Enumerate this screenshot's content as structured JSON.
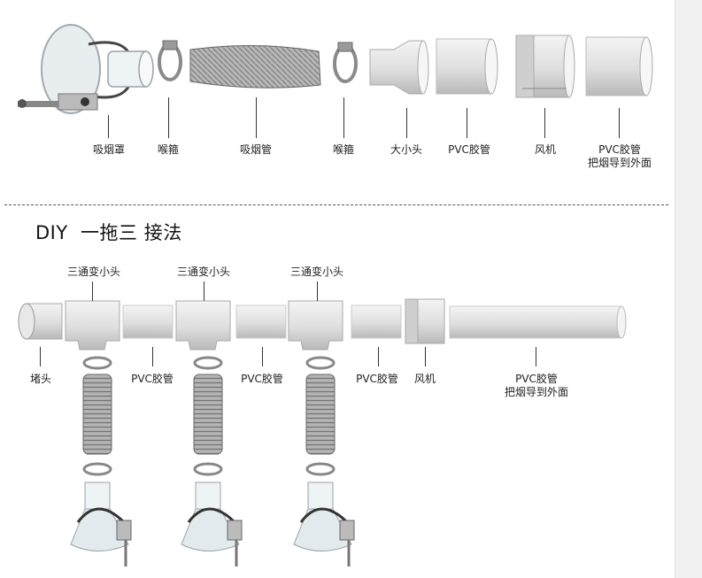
{
  "top_labels": [
    {
      "id": "hood",
      "text": "吸烟罩"
    },
    {
      "id": "clamp1",
      "text": "喉箍"
    },
    {
      "id": "duct",
      "text": "吸烟管"
    },
    {
      "id": "clamp2",
      "text": "喉箍"
    },
    {
      "id": "reducer",
      "text": "大小头"
    },
    {
      "id": "pvc1",
      "text": "PVC胶管"
    },
    {
      "id": "fan",
      "text": "风机"
    },
    {
      "id": "pvc2",
      "line1": "PVC胶管",
      "line2": "把烟导到外面"
    }
  ],
  "section_title": "DIY  一拖三 接法",
  "bottom_labels": {
    "tee1": "三通变小头",
    "tee2": "三通变小头",
    "tee3": "三通变小头",
    "cap": "堵头",
    "pvc_a": "PVC胶管",
    "pvc_b": "PVC胶管",
    "pvc_c": "PVC胶管",
    "fan": "风机",
    "pvc_long_1": "PVC胶管",
    "pvc_long_2": "把烟导到外面"
  },
  "colors": {
    "pipe": "#e4e4e4",
    "pipe_shade": "#bdbdbd",
    "duct": "#9a9a9a",
    "clamp": "#8a8a8a",
    "hood": "#dfe6ea"
  }
}
